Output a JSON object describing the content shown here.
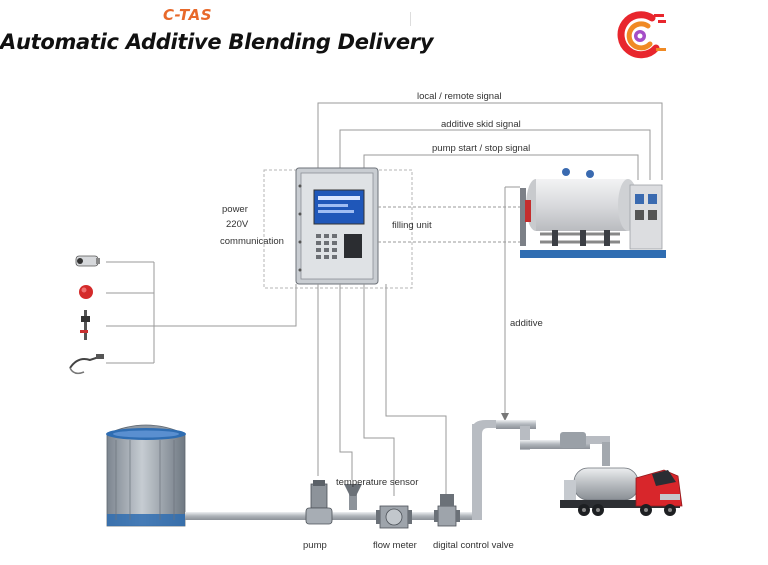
{
  "header": {
    "brand": "C-TAS",
    "title": "Automatic Additive Blending Delivery"
  },
  "logo": {
    "icon": "ctas-swirl-logo-icon",
    "colors": [
      "#e8262d",
      "#f08a24",
      "#a54ec7"
    ]
  },
  "signals": {
    "local_remote": "local / remote signal",
    "additive_skid": "additive skid signal",
    "pump_start_stop": "pump start / stop signal"
  },
  "controller": {
    "power": "power",
    "voltage": "220V",
    "communication": "communication",
    "filling_unit": "filling unit"
  },
  "flow": {
    "additive": "additive",
    "temperature_sensor": "temperature sensor",
    "pump": "pump",
    "flow_meter": "flow meter",
    "digital_control_valve": "digital control valve"
  },
  "peripherals": [
    "camera-icon",
    "emergency-stop-icon",
    "grounding-probe-icon",
    "static-clamp-icon"
  ],
  "colors": {
    "line": "#8a8a8a",
    "pipe": "#b8bcc2",
    "truck_cab": "#d8262b",
    "skid": "#e3e4e6",
    "skid_base": "#2f6db2",
    "tank": "#9ea6af"
  }
}
